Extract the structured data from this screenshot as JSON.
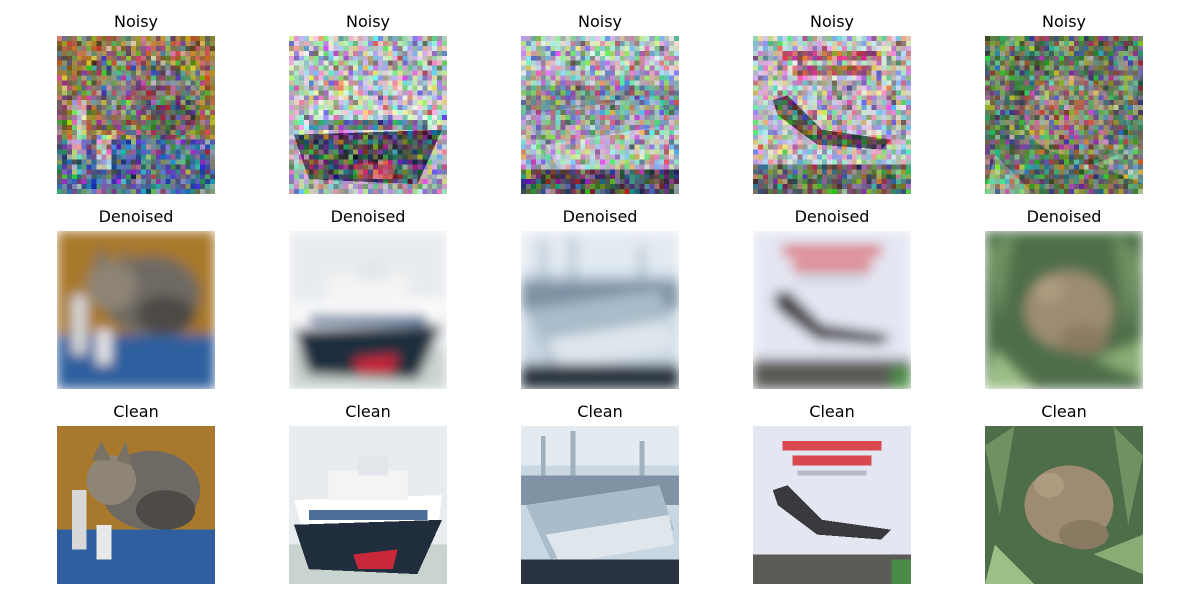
{
  "figure": {
    "rows": [
      {
        "label": "Noisy",
        "images": [
          {
            "subject": "cat",
            "style": "noisy"
          },
          {
            "subject": "ship",
            "style": "noisy"
          },
          {
            "subject": "boat",
            "style": "noisy"
          },
          {
            "subject": "airplane",
            "style": "noisy"
          },
          {
            "subject": "frog",
            "style": "noisy"
          }
        ]
      },
      {
        "label": "Denoised",
        "images": [
          {
            "subject": "cat",
            "style": "blurred"
          },
          {
            "subject": "ship",
            "style": "blurred"
          },
          {
            "subject": "boat",
            "style": "blurred"
          },
          {
            "subject": "airplane",
            "style": "blurred"
          },
          {
            "subject": "frog",
            "style": "blurred"
          }
        ]
      },
      {
        "label": "Clean",
        "images": [
          {
            "subject": "cat",
            "style": "clean"
          },
          {
            "subject": "ship",
            "style": "clean"
          },
          {
            "subject": "boat",
            "style": "clean"
          },
          {
            "subject": "airplane",
            "style": "clean"
          },
          {
            "subject": "frog",
            "style": "clean"
          }
        ]
      }
    ],
    "colors": {
      "background": "#ffffff",
      "title_text": "#000000"
    }
  }
}
